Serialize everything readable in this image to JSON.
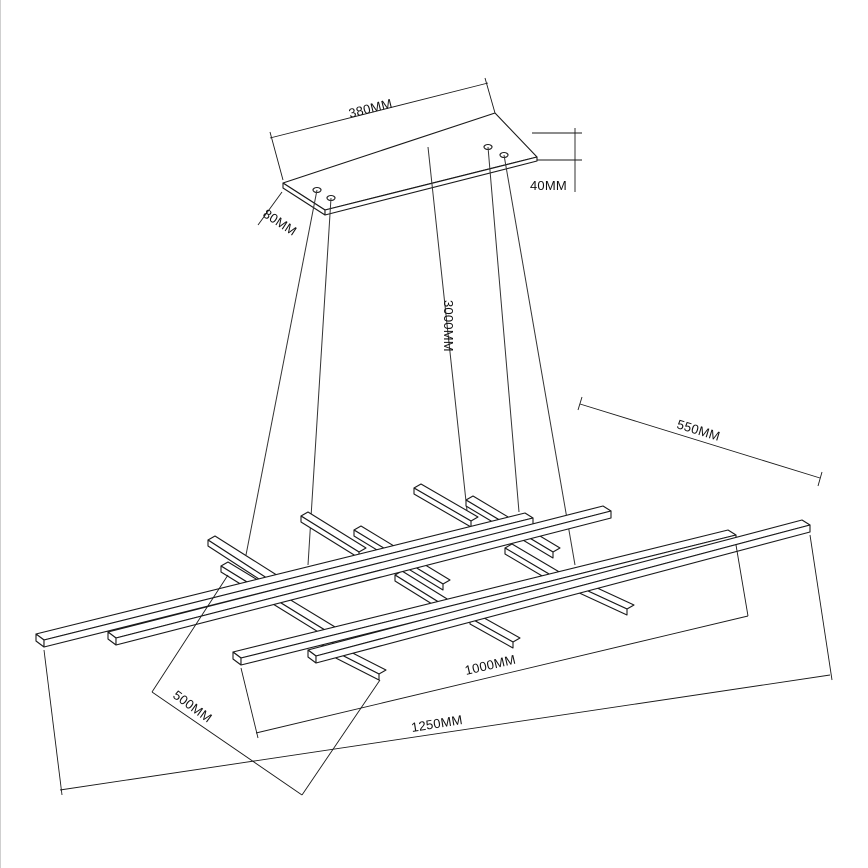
{
  "dimensions": {
    "canopy_length": "380MM",
    "canopy_height": "40MM",
    "canopy_width": "80MM",
    "cable_length": "3000MM",
    "fixture_depth": "550MM",
    "inner_bar_length": "1000MM",
    "outer_bar_length": "1250MM",
    "cross_bar_length": "500MM"
  }
}
